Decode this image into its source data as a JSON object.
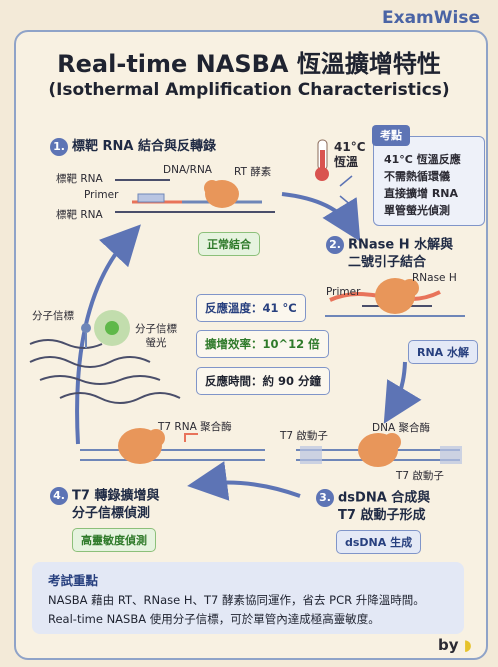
{
  "brand": "ExamWise",
  "title": "Real-time NASBA 恆溫擴增特性",
  "subtitle": "(Isothermal Amplification Characteristics)",
  "steps": [
    {
      "num": "1.",
      "label": "標靶 RNA 結合與反轉錄"
    },
    {
      "num": "2.",
      "label_line1": "RNase H 水解與",
      "label_line2": "二號引子結合"
    },
    {
      "num": "3.",
      "label_line1": "dsDNA 合成與",
      "label_line2": "T7 啟動子形成"
    },
    {
      "num": "4.",
      "label_line1": "T7 轉錄擴增與",
      "label_line2": "分子信標偵測"
    }
  ],
  "step1_labels": {
    "target_rna_top": "標靶 RNA",
    "primer": "Primer",
    "target_rna_bottom": "標靶 RNA",
    "dna_rna": "DNA/RNA",
    "rt_enzyme": "RT 酵素",
    "tag": "正常結合"
  },
  "thermometer": {
    "temp": "41°C",
    "label": "恆溫"
  },
  "key_points": {
    "header": "考點",
    "lines": [
      "41°C 恆溫反應",
      "不需熱循環儀",
      "直接擴增 RNA",
      "單管螢光偵測"
    ]
  },
  "step2_labels": {
    "primer": "Primer",
    "rnase": "RNase H",
    "tag": "RNA 水解"
  },
  "step3_labels": {
    "t7_promoter_left": "T7 啟動子",
    "dna_pol": "DNA 聚合酶",
    "t7_promoter_right": "T7 啟動子",
    "tag": "dsDNA 生成"
  },
  "step4_labels": {
    "t7_rna_pol": "T7 RNA 聚合酶",
    "tag": "高靈敏度偵測"
  },
  "beacon_labels": {
    "beacon": "分子信標",
    "beacon_fluor_line1": "分子信標",
    "beacon_fluor_line2": "螢光"
  },
  "center_info": [
    "反應溫度：41 °C",
    "擴增效率：10^12 倍",
    "反應時間：約 90 分鐘"
  ],
  "exam_focus": {
    "title": "考試重點",
    "line1": "NASBA 藉由 RT、RNase H、T7 酵素協同運作，省去 PCR 升降溫時間。",
    "line2": "Real-time NASBA 使用分子信標，可於單管內達成極高靈敏度。"
  },
  "footer": "by",
  "colors": {
    "accent": "#5d74b5",
    "enzyme": "#e8965a",
    "rna": "#4a4e6a",
    "dna": "#6e86b8",
    "green": "#5fb84a",
    "primer": "#e8735a"
  }
}
